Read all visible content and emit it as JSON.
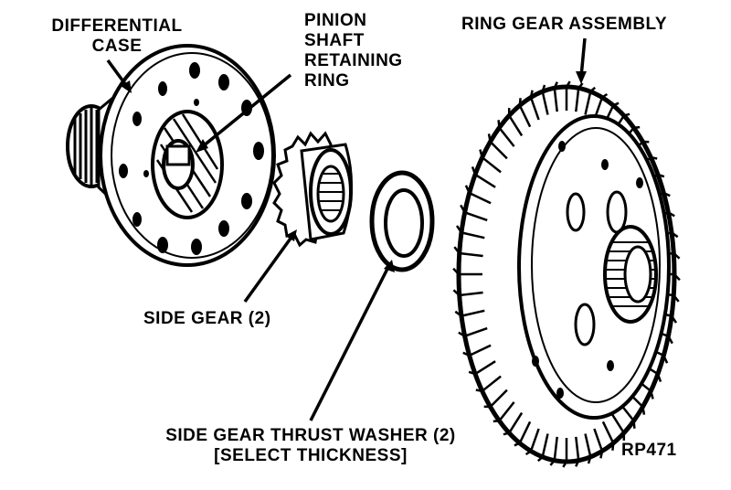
{
  "diagram": {
    "labels": {
      "differential_case": [
        "DIFFERENTIAL",
        "CASE"
      ],
      "pinion_shaft_retaining_ring": [
        "PINION",
        "SHAFT",
        "RETAINING",
        "RING"
      ],
      "ring_gear_assembly": "RING GEAR ASSEMBLY",
      "side_gear": "SIDE GEAR (2)",
      "side_gear_thrust_washer": [
        "SIDE GEAR THRUST WASHER (2)",
        "[SELECT THICKNESS]"
      ],
      "figure_code": "RP471"
    },
    "colors": {
      "ink": "#000000",
      "paper": "#ffffff"
    }
  }
}
